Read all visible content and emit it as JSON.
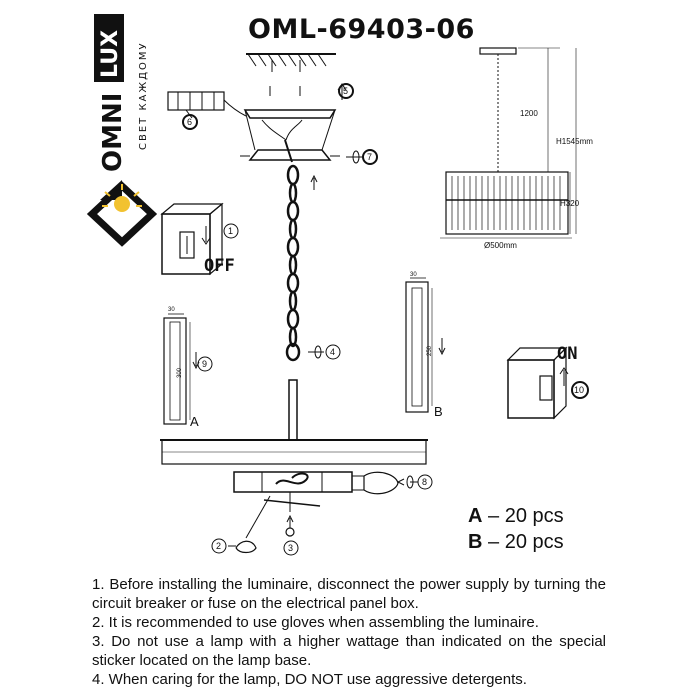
{
  "brand": {
    "name_part1": "OMNI",
    "name_part2": "LUX",
    "tagline": "СВЕТ КАЖДОМУ"
  },
  "model": "OML-69403-06",
  "quantities": [
    {
      "letter": "A",
      "text": " – 20 pcs"
    },
    {
      "letter": "B",
      "text": " – 20 pcs"
    }
  ],
  "switch_labels": {
    "off": "OFF",
    "on": "ON"
  },
  "steps": [
    "1",
    "2",
    "3",
    "4",
    "5",
    "6",
    "7",
    "8",
    "9",
    "10"
  ],
  "part_labels": {
    "a": "A",
    "b": "B"
  },
  "dimensions": {
    "chain": "1200",
    "total_height": "H1545mm",
    "body_height": "H320",
    "diameter": "Ø500mm",
    "crystal_a_width": "30",
    "crystal_a_length": "300",
    "crystal_b_width": "30",
    "crystal_b_length": "250"
  },
  "notes": [
    "1. Before installing the luminaire, disconnect the power supply by turning the circuit breaker or fuse on the electrical panel box.",
    "2. It is recommended to use gloves when assembling the luminaire.",
    "3. Do not use a lamp with a higher wattage than indicated on the special sticker located on the lamp base.",
    "4. When caring for the lamp, DO NOT use aggressive detergents."
  ],
  "colors": {
    "logo_yellow": "#f2c230",
    "ink": "#111111"
  }
}
